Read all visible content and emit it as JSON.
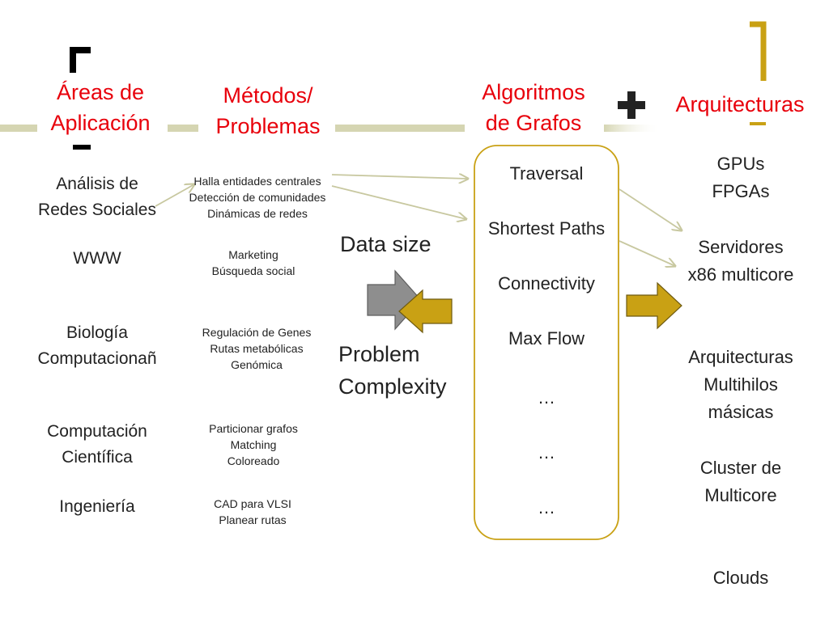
{
  "colors": {
    "header_red": "#e8000b",
    "gold": "#c9a114",
    "band": "#d5d5b2",
    "connector": "#c8c8a0",
    "arrow_gray": "#8a8a8a"
  },
  "headers": {
    "areas": [
      "Áreas de",
      "Aplicación"
    ],
    "methods": [
      "Métodos/",
      "Problemas"
    ],
    "algorithms": [
      "Algoritmos",
      "de Grafos"
    ],
    "plus_icon": "plus-icon",
    "architectures": "Arquitecturas"
  },
  "areas": [
    {
      "lines": [
        "Análisis de",
        "Redes Sociales"
      ]
    },
    {
      "lines": [
        "WWW"
      ]
    },
    {
      "lines": [
        "Biología",
        "Computacionañ"
      ]
    },
    {
      "lines": [
        "Computación",
        "Científica"
      ]
    },
    {
      "lines": [
        "Ingeniería"
      ]
    }
  ],
  "methods": [
    {
      "lines": [
        "Halla entidades centrales",
        "Detección de comunidades",
        "Dinámicas de redes"
      ]
    },
    {
      "lines": [
        "Marketing",
        "Búsqueda social"
      ]
    },
    {
      "lines": [
        "Regulación de Genes",
        "Rutas metabólicas",
        "Genómica"
      ]
    },
    {
      "lines": [
        "Particionar grafos",
        "Matching",
        "Coloreado"
      ]
    },
    {
      "lines": [
        "CAD para VLSI",
        "Planear rutas"
      ]
    }
  ],
  "middle": {
    "data_size": "Data size",
    "problem_complexity": [
      "Problem",
      "Complexity"
    ]
  },
  "algorithms": [
    "Traversal",
    "Shortest Paths",
    "Connectivity",
    "Max Flow",
    "…",
    "…",
    "…"
  ],
  "architectures": [
    {
      "lines": [
        "GPUs",
        "FPGAs"
      ]
    },
    {
      "lines": [
        "Servidores",
        "x86 multicore"
      ]
    },
    {
      "lines": [
        "Arquitecturas",
        "Multihilos",
        "másicas"
      ]
    },
    {
      "lines": [
        "Cluster de",
        "Multicore"
      ]
    },
    {
      "lines": [
        "Clouds"
      ]
    }
  ]
}
